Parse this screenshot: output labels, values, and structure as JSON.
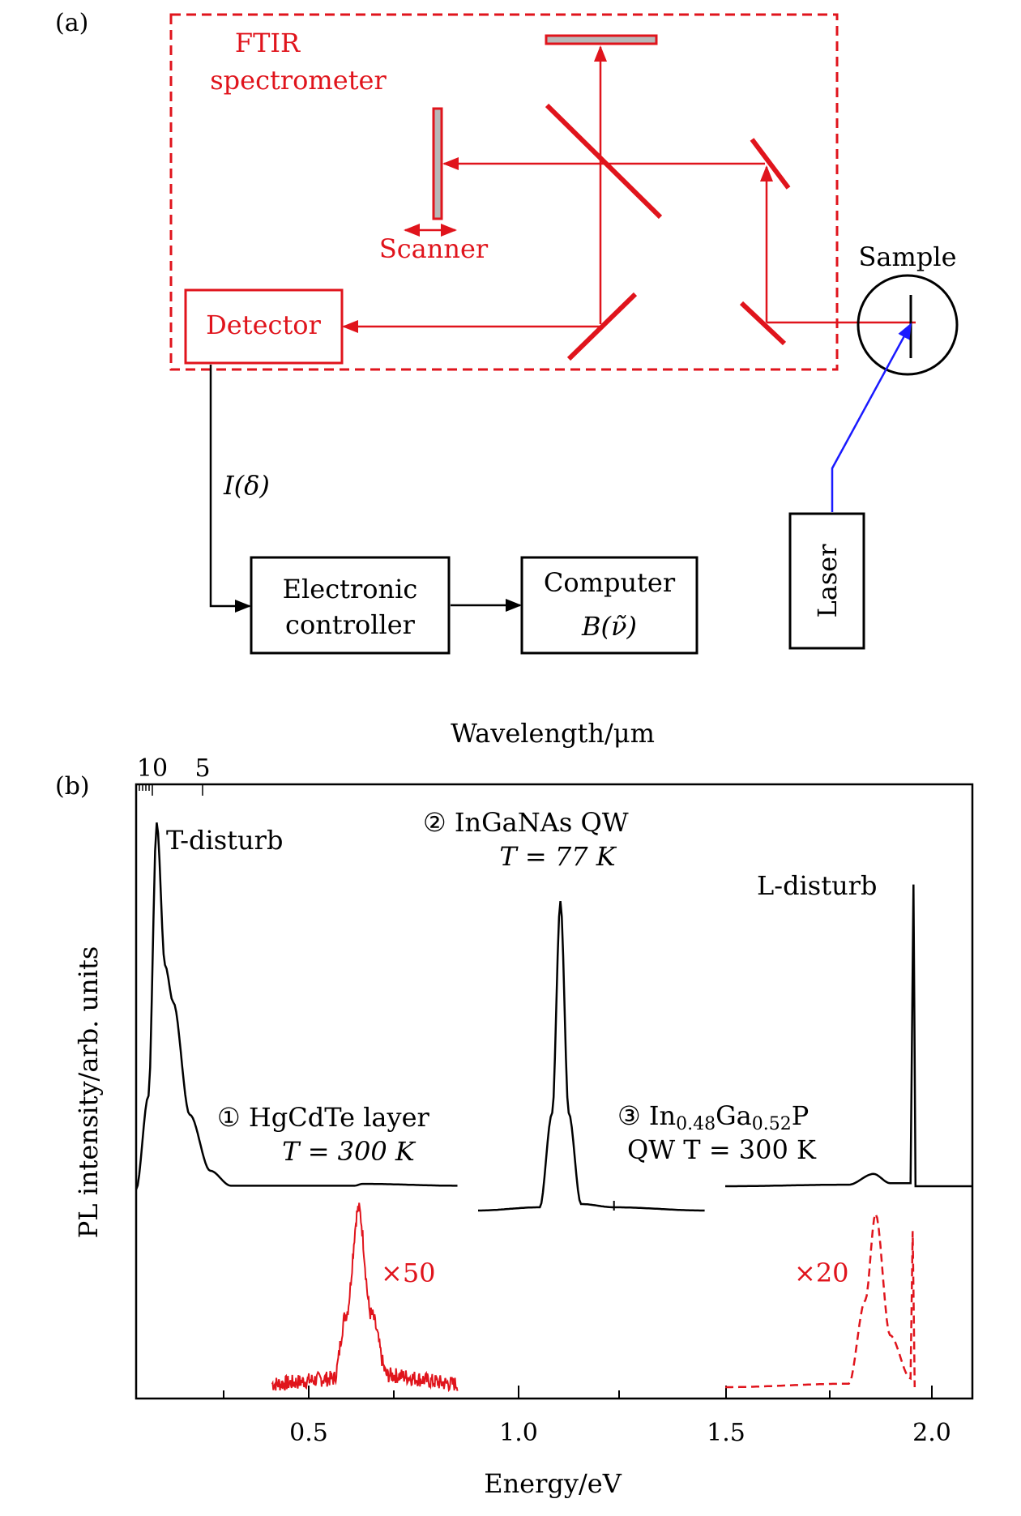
{
  "panel_a": {
    "label": "(a)",
    "ftir_title_line1": "FTIR",
    "ftir_title_line2": "spectrometer",
    "scanner_label": "Scanner",
    "detector_label": "Detector",
    "sample_label": "Sample",
    "signal_label": "I(δ)",
    "electronic_line1": "Electronic",
    "electronic_line2": "controller",
    "computer_line1": "Computer",
    "computer_line2": "B(ν̃)",
    "laser_label": "Laser"
  },
  "panel_b": {
    "label": "(b)",
    "colors": {
      "measured": "#000000",
      "scaled": "#e0141c"
    },
    "chart_data": {
      "type": "line",
      "xlabel": "Energy/eV",
      "ylabel": "PL intensity/arb. units",
      "top_axis_label": "Wavelength/μm",
      "top_ticks": [
        "10",
        "5"
      ],
      "xlim": [
        0.07,
        2.1
      ],
      "x_ticks": [
        "0.5",
        "1.0",
        "1.5",
        "2.0"
      ],
      "annotations": {
        "t_disturb": "T-disturb",
        "l_disturb": "L-disturb",
        "s1_line1": "① HgCdTe layer",
        "s1_line2": "T = 300 K",
        "s2_line1": "② InGaNAs QW",
        "s2_line2": "T = 77 K",
        "s3_line1_a": "③ In",
        "s3_sub1": "0.48",
        "s3_line1_b": "Ga",
        "s3_sub2": "0.52",
        "s3_line1_c": "P",
        "s3_line2": "QW T = 300 K",
        "scale1": "×50",
        "scale2": "×20"
      },
      "series": [
        {
          "style": "solid",
          "color": "black",
          "points": [
            [
              0.07,
              0.0
            ],
            [
              0.1,
              0.25
            ],
            [
              0.12,
              0.98
            ],
            [
              0.14,
              0.6
            ],
            [
              0.16,
              0.5
            ],
            [
              0.2,
              0.2
            ],
            [
              0.25,
              0.05
            ],
            [
              0.3,
              0.01
            ],
            [
              0.6,
              0.01
            ],
            [
              0.62,
              0.015
            ],
            [
              0.85,
              0.01
            ]
          ]
        },
        {
          "style": "solid",
          "color": "black",
          "points": [
            [
              0.9,
              0.0
            ],
            [
              1.05,
              0.01
            ],
            [
              1.08,
              0.3
            ],
            [
              1.1,
              0.95
            ],
            [
              1.12,
              0.3
            ],
            [
              1.15,
              0.02
            ],
            [
              1.23,
              0.01
            ],
            [
              1.45,
              0.0
            ]
          ]
        },
        {
          "style": "solid",
          "color": "black",
          "points": [
            [
              1.5,
              0.0
            ],
            [
              1.8,
              0.005
            ],
            [
              1.86,
              0.04
            ],
            [
              1.9,
              0.01
            ],
            [
              1.95,
              0.01
            ],
            [
              1.957,
              0.98
            ],
            [
              1.962,
              0.0
            ],
            [
              2.1,
              0.0
            ]
          ]
        },
        {
          "style": "noisy",
          "color": "red",
          "points": [
            [
              0.4,
              0.0
            ],
            [
              0.55,
              0.03
            ],
            [
              0.58,
              0.4
            ],
            [
              0.61,
              1.0
            ],
            [
              0.64,
              0.4
            ],
            [
              0.68,
              0.05
            ],
            [
              0.85,
              0.0
            ]
          ]
        },
        {
          "style": "dashed",
          "color": "red",
          "points": [
            [
              1.5,
              0.0
            ],
            [
              1.8,
              0.02
            ],
            [
              1.84,
              0.5
            ],
            [
              1.865,
              1.0
            ],
            [
              1.9,
              0.3
            ],
            [
              1.95,
              0.05
            ],
            [
              1.955,
              0.9
            ],
            [
              1.96,
              0.0
            ]
          ]
        }
      ]
    }
  }
}
